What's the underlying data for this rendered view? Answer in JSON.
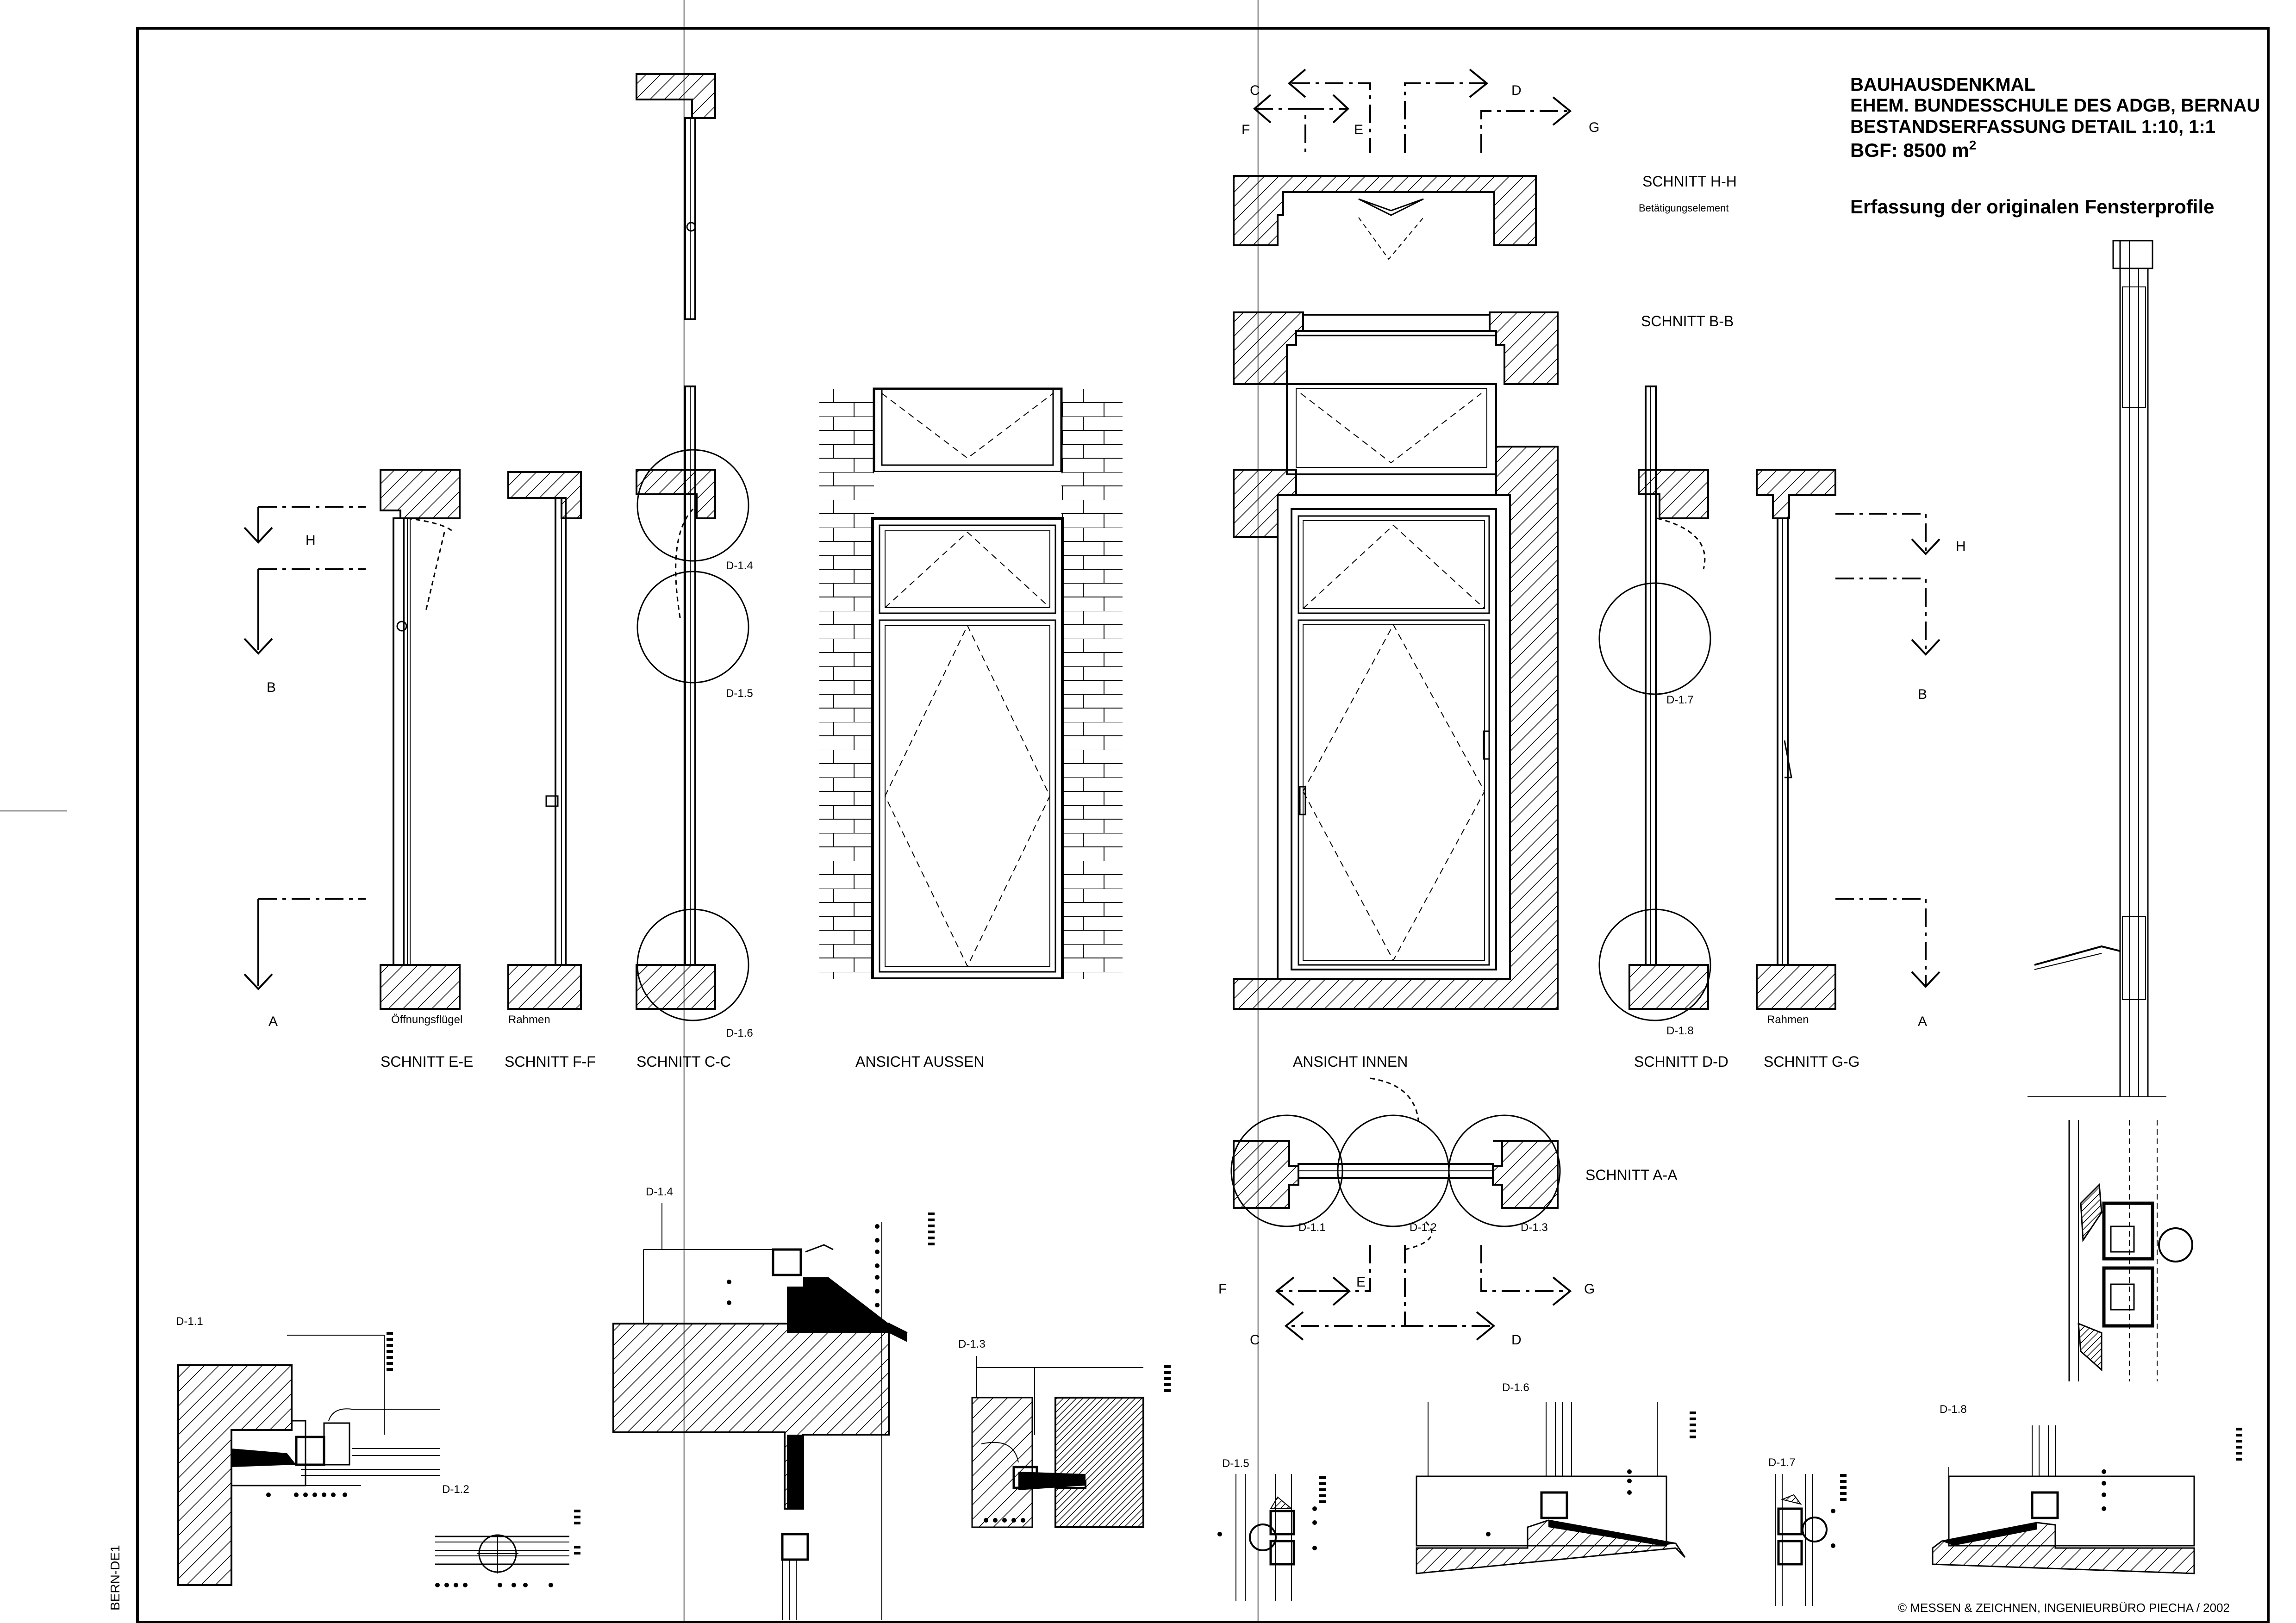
{
  "title_block": {
    "line1": "BAUHAUSDENKMAL",
    "line2": "EHEM. BUNDESSCHULE DES ADGB, BERNAU",
    "line3": "BESTANDSERFASSUNG DETAIL 1:10, 1:1",
    "area_prefix": "BGF: 8500 m",
    "area_sup": "2",
    "subtitle": "Erfassung der originalen Fensterprofile"
  },
  "sections": {
    "ee": "SCHNITT E-E",
    "ff": "SCHNITT F-F",
    "cc": "SCHNITT C-C",
    "ansicht_aussen": "ANSICHT AUSSEN",
    "ansicht_innen": "ANSICHT INNEN",
    "dd": "SCHNITT D-D",
    "gg": "SCHNITT G-G",
    "hh": "SCHNITT H-H",
    "hh_sub": "Betätigungselement",
    "bb": "SCHNITT B-B",
    "aa": "SCHNITT A-A"
  },
  "sub_labels": {
    "oeffnungsfluegel": "Öffnungsflügel",
    "rahmen_left": "Rahmen",
    "rahmen_right": "Rahmen"
  },
  "markers": {
    "H": "H",
    "B": "B",
    "A": "A",
    "C": "C",
    "D": "D",
    "E": "E",
    "F": "F",
    "G": "G"
  },
  "details": {
    "d11": "D-1.1",
    "d12": "D-1.2",
    "d13": "D-1.3",
    "d14": "D-1.4",
    "d15": "D-1.5",
    "d16": "D-1.6",
    "d17": "D-1.7",
    "d18": "D-1.8"
  },
  "footer": {
    "copyright": "© MESSEN & ZEICHNEN, INGENIEURBÜRO PIECHA / 2002",
    "sheet_id": "BERN-DE1"
  }
}
